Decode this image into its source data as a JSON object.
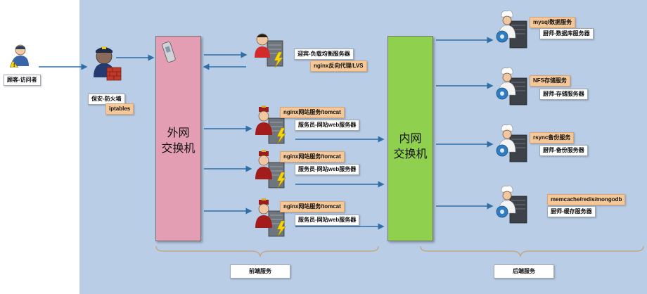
{
  "visitor": {
    "label": "顾客-访问者"
  },
  "firewall": {
    "label": "保安-防火墙",
    "tag": "iptables"
  },
  "outer_switch": {
    "line1": "外网",
    "line2": "交换机"
  },
  "inner_switch": {
    "line1": "内网",
    "line2": "交换机"
  },
  "lb": {
    "name": "迎宾-负载均衡服务器",
    "tag": "nginx反向代理/LVS"
  },
  "web_servers": [
    {
      "tag": "nginx网站服务/tomcat",
      "name": "服务员-网站web服务器"
    },
    {
      "tag": "nginx网站服务/tomcat",
      "name": "服务员-网站web服务器"
    },
    {
      "tag": "nginx网站服务/tomcat",
      "name": "服务员-网站web服务器"
    }
  ],
  "backend_servers": [
    {
      "tag": "mysql数据服务",
      "name": "厨师-数据库服务器"
    },
    {
      "tag": "NFS存储服务",
      "name": "厨师-存储服务器"
    },
    {
      "tag": "rsync备份服务",
      "name": "厨师-备份服务器"
    },
    {
      "tag": "memcache/redis/mongodb",
      "name": "厨师-缓存服务器"
    }
  ],
  "groups": {
    "frontend": "前端服务",
    "backend": "后端服务"
  },
  "colors": {
    "panel": "#b9cde6",
    "outer_switch": "#e49eb3",
    "inner_switch": "#8fd14f",
    "arrow": "#2f6ea8",
    "tag": "#f5c89a"
  }
}
